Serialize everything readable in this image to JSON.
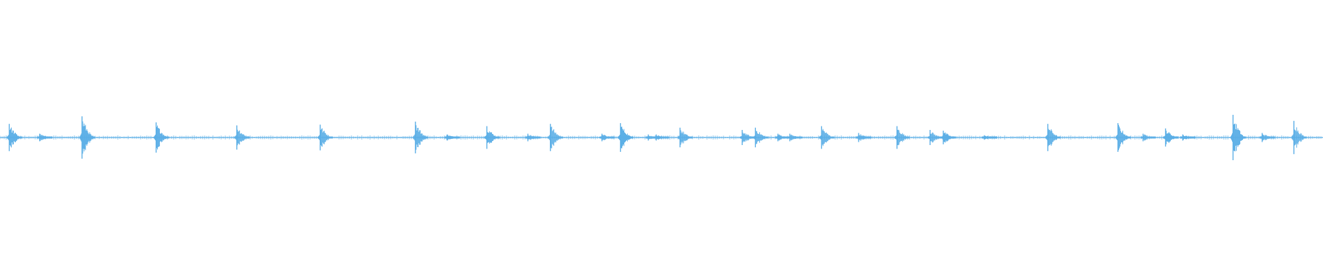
{
  "waveform": {
    "color": "#5aaee6",
    "background": "#ffffff",
    "spikes": [
      {
        "pos": 0.007,
        "amp": 0.18
      },
      {
        "pos": 0.03,
        "amp": 0.05
      },
      {
        "pos": 0.062,
        "amp": 0.28
      },
      {
        "pos": 0.118,
        "amp": 0.2
      },
      {
        "pos": 0.179,
        "amp": 0.16
      },
      {
        "pos": 0.242,
        "amp": 0.17
      },
      {
        "pos": 0.314,
        "amp": 0.21
      },
      {
        "pos": 0.338,
        "amp": 0.04
      },
      {
        "pos": 0.368,
        "amp": 0.15
      },
      {
        "pos": 0.399,
        "amp": 0.05
      },
      {
        "pos": 0.416,
        "amp": 0.18
      },
      {
        "pos": 0.455,
        "amp": 0.05
      },
      {
        "pos": 0.469,
        "amp": 0.19
      },
      {
        "pos": 0.49,
        "amp": 0.04
      },
      {
        "pos": 0.496,
        "amp": 0.04
      },
      {
        "pos": 0.514,
        "amp": 0.13
      },
      {
        "pos": 0.561,
        "amp": 0.1
      },
      {
        "pos": 0.571,
        "amp": 0.13
      },
      {
        "pos": 0.588,
        "amp": 0.05
      },
      {
        "pos": 0.597,
        "amp": 0.05
      },
      {
        "pos": 0.621,
        "amp": 0.15
      },
      {
        "pos": 0.649,
        "amp": 0.06
      },
      {
        "pos": 0.678,
        "amp": 0.15
      },
      {
        "pos": 0.703,
        "amp": 0.1
      },
      {
        "pos": 0.713,
        "amp": 0.09
      },
      {
        "pos": 0.744,
        "amp": 0.03
      },
      {
        "pos": 0.792,
        "amp": 0.18
      },
      {
        "pos": 0.845,
        "amp": 0.19
      },
      {
        "pos": 0.864,
        "amp": 0.05
      },
      {
        "pos": 0.881,
        "amp": 0.12
      },
      {
        "pos": 0.894,
        "amp": 0.04
      },
      {
        "pos": 0.932,
        "amp": 0.3
      },
      {
        "pos": 0.954,
        "amp": 0.06
      },
      {
        "pos": 0.978,
        "amp": 0.22
      }
    ]
  }
}
